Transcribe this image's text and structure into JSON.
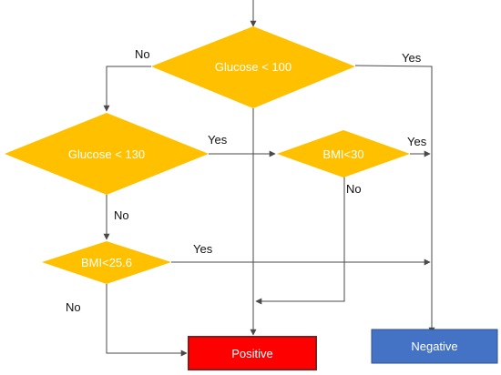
{
  "colors": {
    "decision_fill": "#FFC000",
    "positive_fill": "#FF0000",
    "positive_border": "#8B1A1A",
    "negative_fill": "#4472C4",
    "negative_border": "#2F528F",
    "edge": "#4a4a4a"
  },
  "nodes": {
    "glucose_100": {
      "label": "Glucose < 100"
    },
    "glucose_130": {
      "label": "Glucose < 130"
    },
    "bmi_30": {
      "label": "BMI<30"
    },
    "bmi_25_6": {
      "label": "BMI<25.6"
    },
    "positive": {
      "label": "Positive"
    },
    "negative": {
      "label": "Negative"
    }
  },
  "edges": {
    "glucose_100_no": "No",
    "glucose_100_yes": "Yes",
    "glucose_130_yes": "Yes",
    "glucose_130_no": "No",
    "bmi_30_yes": "Yes",
    "bmi_30_no": "No",
    "bmi_25_6_yes": "Yes",
    "bmi_25_6_no": "No"
  }
}
